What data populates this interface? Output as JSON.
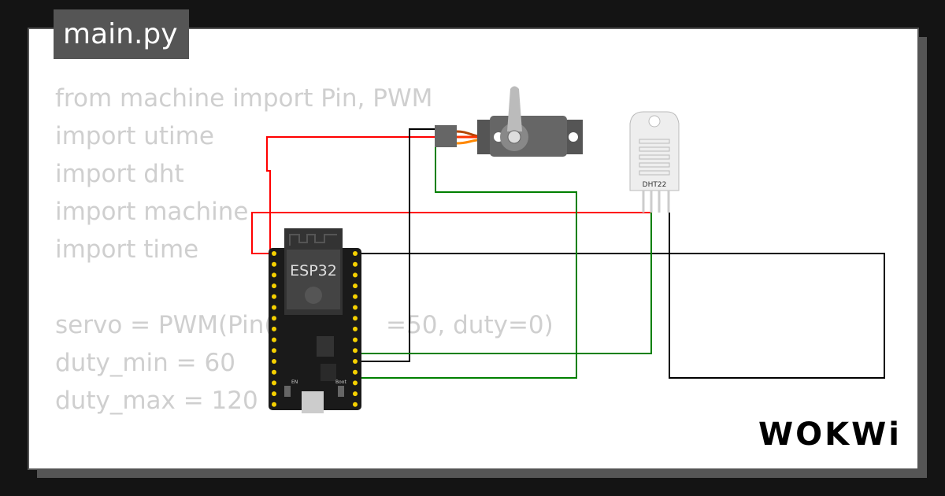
{
  "tab": {
    "filename": "main.py"
  },
  "code": {
    "lines": [
      "from machine import Pin, PWM",
      "import utime",
      "import dht",
      "import machine",
      "import time",
      ""
    ],
    "servo_line_left": "servo = PWM(Pin(1",
    "servo_line_right": "=50, duty=0)",
    "line_duty_min": "duty_min = 60",
    "line_duty_max": "duty_max = 120"
  },
  "components": {
    "mcu_label": "ESP32",
    "sensor_label": "DHT22",
    "boot_label": "Boot",
    "en_label": "EN"
  },
  "wires": {
    "vcc": "#ff0000",
    "gnd": "#000000",
    "signal": "#008000"
  },
  "logo": "WOKWi"
}
